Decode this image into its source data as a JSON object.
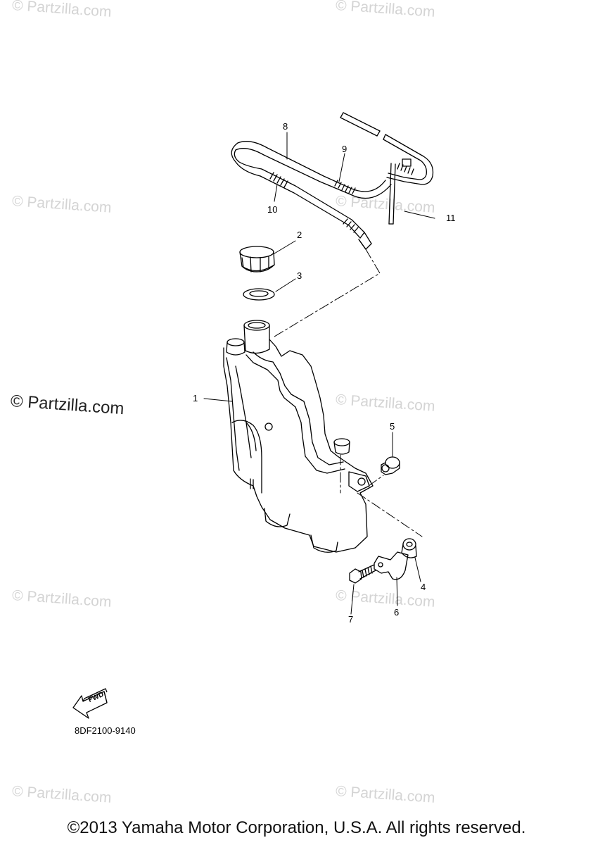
{
  "watermark": "© Partzilla.com",
  "diagram_code": "8DF2100-9140",
  "fwd_label": "FWD",
  "copyright": "©2013 Yamaha Motor Corporation, U.S.A. All rights reserved.",
  "parts": [
    {
      "number": "1"
    },
    {
      "number": "2"
    },
    {
      "number": "3"
    },
    {
      "number": "4"
    },
    {
      "number": "5"
    },
    {
      "number": "6"
    },
    {
      "number": "7"
    },
    {
      "number": "8"
    },
    {
      "number": "9"
    },
    {
      "number": "10"
    },
    {
      "number": "11"
    }
  ]
}
